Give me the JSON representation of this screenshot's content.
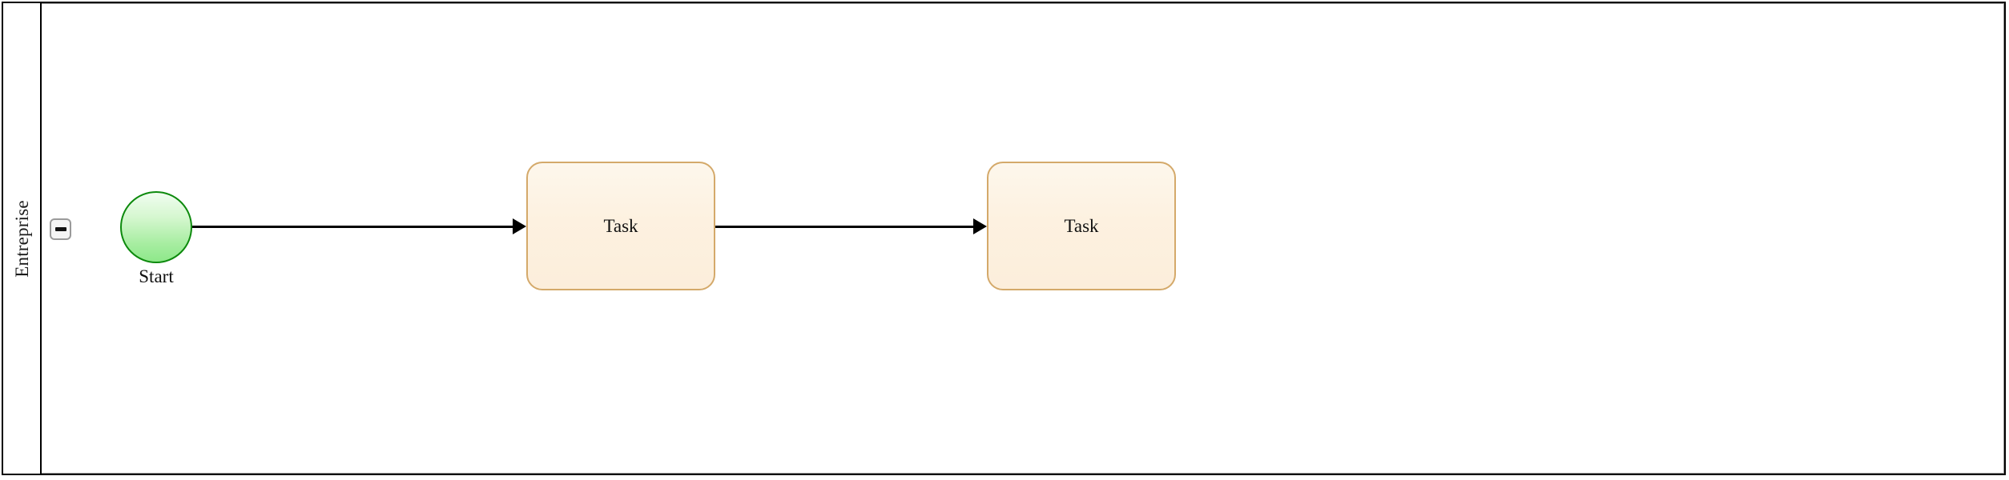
{
  "diagram": {
    "type": "bpmn-process-diagram",
    "background_color": "#ffffff",
    "pool": {
      "name": "Entreprise",
      "border_color": "#000000",
      "lane_border_color": "#9a9a9a",
      "collapse_button": {
        "icon": "minus-icon",
        "state": "expanded",
        "tooltip": "Collapse"
      }
    },
    "nodes": [
      {
        "id": "start-event",
        "type": "start-event",
        "label": "Start",
        "shape": "circle",
        "fill_color": "#a6eda0",
        "border_color": "#0d8a0d"
      },
      {
        "id": "task-1",
        "type": "task",
        "label": "Task",
        "shape": "rounded-rectangle",
        "fill_color": "#fdf1e0",
        "border_color": "#d4a96a"
      },
      {
        "id": "task-2",
        "type": "task",
        "label": "Task",
        "shape": "rounded-rectangle",
        "fill_color": "#fdf1e0",
        "border_color": "#d4a96a"
      }
    ],
    "flows": [
      {
        "id": "flow-1",
        "type": "sequence-flow",
        "from": "start-event",
        "to": "task-1",
        "color": "#000000"
      },
      {
        "id": "flow-2",
        "type": "sequence-flow",
        "from": "task-1",
        "to": "task-2",
        "color": "#000000"
      }
    ]
  }
}
